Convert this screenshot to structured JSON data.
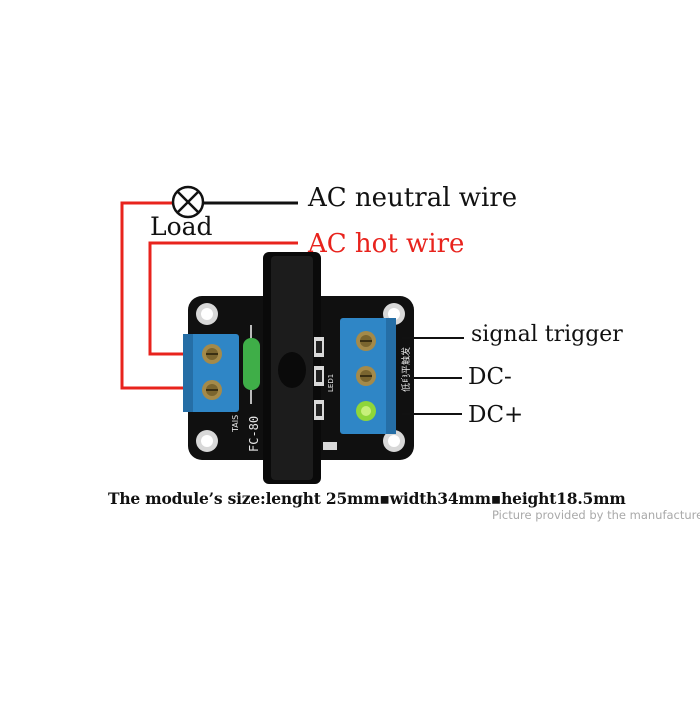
{
  "labels": {
    "ac_neutral": "AC neutral wire",
    "ac_hot": "AC hot wire",
    "load": "Load",
    "signal_trigger": "signal  trigger",
    "dc_minus": "DC-",
    "dc_plus": "DC+"
  },
  "caption": "The module’s size:lenght 25mm▪width34mm▪height18.5mm",
  "credit": "Picture provided by the manufacturer",
  "board": {
    "silkscreen_model": "FC-80",
    "silkscreen_small": "TAIS",
    "led_label": "LED1",
    "cn_text": "低电平触发",
    "terminal_left_count": 2,
    "terminal_right_count": 3
  },
  "colors": {
    "hot_wire": "#e8231d",
    "neutral_wire": "#111111",
    "pcb": "#101010",
    "terminal_block": "#2f86c6",
    "fuse": "#3fae48",
    "led": "#8fd63a"
  }
}
